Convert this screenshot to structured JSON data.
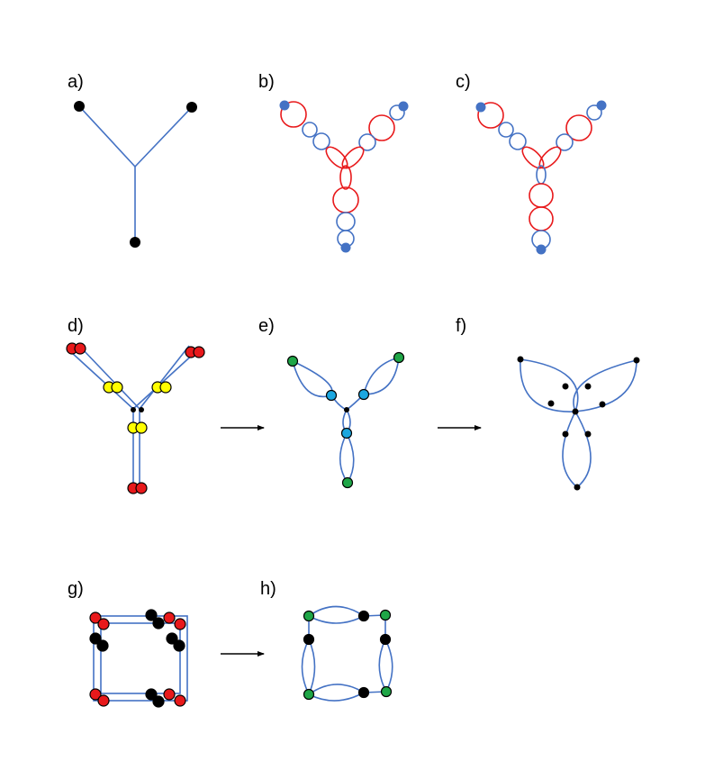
{
  "colors": {
    "line": "#4472c4",
    "loop": "#e8191b",
    "dot_black": "#000000",
    "dot_blue": "#4472c4",
    "dot_red": "#e8191b",
    "dot_yellow": "#ffff00",
    "dot_cyan": "#1ba7e0",
    "dot_green": "#1fa647",
    "arrow": "#000000"
  },
  "panels": [
    {
      "id": "a",
      "label": "a)"
    },
    {
      "id": "b",
      "label": "b)"
    },
    {
      "id": "c",
      "label": "c)"
    },
    {
      "id": "d",
      "label": "d)"
    },
    {
      "id": "e",
      "label": "e)"
    },
    {
      "id": "f",
      "label": "f)"
    },
    {
      "id": "g",
      "label": "g)"
    },
    {
      "id": "h",
      "label": "h)"
    }
  ]
}
